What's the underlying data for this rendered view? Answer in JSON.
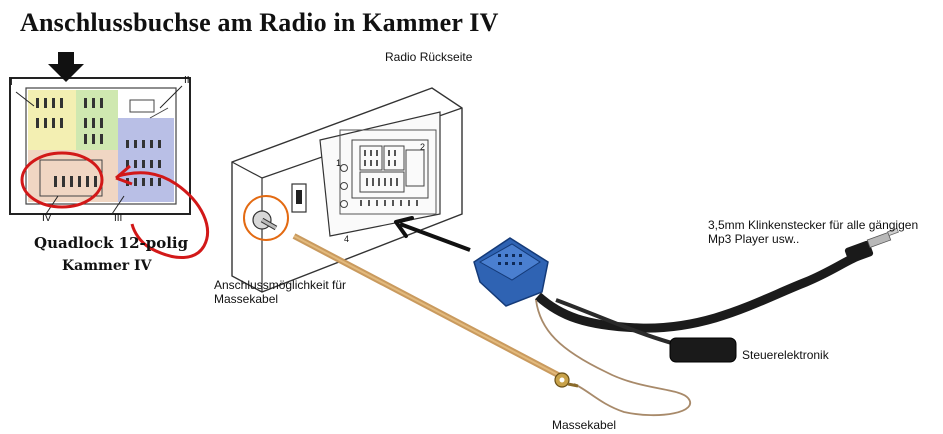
{
  "title": "Anschlussbuchse am Radio in Kammer IV",
  "labels": {
    "radio_back": "Radio Rückseite",
    "quadlock": "Quadlock 12-polig",
    "kammer": "Kammer IV",
    "chamber_I": "I",
    "chamber_II": "II",
    "chamber_III": "III",
    "chamber_IV": "IV",
    "ground_option_line1": "Anschlussmöglichkeit für",
    "ground_option_line2": "Massekabel",
    "jack_line1": "3,5mm Klinkenstecker für alle gängigen",
    "jack_line2": "Mp3 Player usw..",
    "control": "Steuerelektronik",
    "ground_cable": "Massekabel",
    "pin_1": "1",
    "pin_2": "2",
    "pin_4": "4"
  },
  "colors": {
    "chamber_I": "#f3efb2",
    "chamber_II": "#cfe8b0",
    "chamber_III": "#b9bfe6",
    "chamber_IV": "#f0d6c3",
    "annotation_red": "#d21818",
    "connector_blue": "#2f63b3",
    "cable_copper": "#c99a5e"
  }
}
